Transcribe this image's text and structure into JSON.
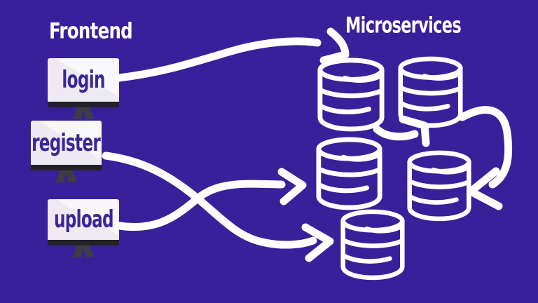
{
  "colors": {
    "background": "#37209a",
    "stroke_white": "#ffffff",
    "screen_white": "#f1eff3",
    "node_label_purple": "#3b2795",
    "bezel_dark": "#232228",
    "stand_gray": "#3e3d43"
  },
  "diagram": {
    "frontend": {
      "title": "Frontend",
      "nodes": [
        {
          "label": "login"
        },
        {
          "label": "register"
        },
        {
          "label": "upload"
        }
      ]
    },
    "microservices": {
      "title": "Microservices",
      "database_count": 5,
      "icon": "database-cylinder-icon"
    },
    "connections": [
      {
        "from": "login",
        "to": "database-1",
        "style": "curved-arrow"
      },
      {
        "from": "database-1",
        "to": "database-2",
        "style": "curved-arrow"
      },
      {
        "from": "database-2",
        "to": "database-4",
        "style": "hook-arrow"
      },
      {
        "from": "register",
        "to": "database-5",
        "style": "crossing-arrow"
      },
      {
        "from": "upload",
        "to": "database-3",
        "style": "crossing-arrow"
      }
    ]
  }
}
